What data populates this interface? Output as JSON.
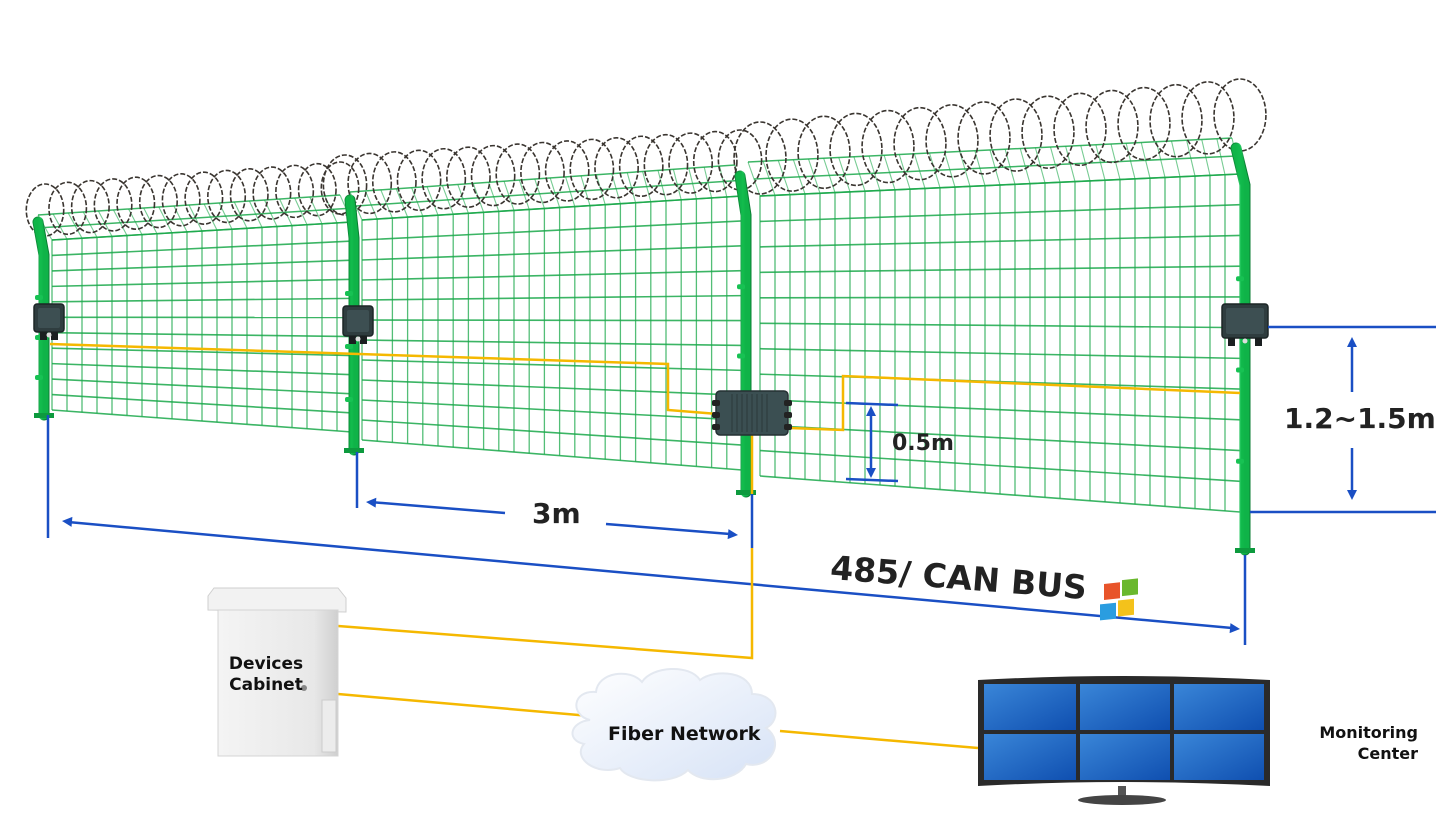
{
  "diagram": {
    "title": "Fence intrusion detection system layout",
    "labels": {
      "span_post": "3m",
      "cable_offset": "0.5m",
      "sensor_height": "1.2~1.5m",
      "bus": "485/ CAN BUS",
      "cabinet_line1": "Devices",
      "cabinet_line2": "Cabinet",
      "network": "Fiber Network",
      "monitor_line1": "Monitoring",
      "monitor_line2": "Center"
    },
    "components": [
      {
        "id": "sensor-1",
        "type": "fence-sensor",
        "label": ""
      },
      {
        "id": "sensor-2",
        "type": "fence-sensor",
        "label": ""
      },
      {
        "id": "junction-box",
        "type": "junction-box",
        "label": ""
      },
      {
        "id": "sensor-3",
        "type": "fence-sensor",
        "label": ""
      },
      {
        "id": "devices-cabinet",
        "type": "cabinet",
        "label": "Devices Cabinet"
      },
      {
        "id": "fiber-network",
        "type": "cloud",
        "label": "Fiber Network"
      },
      {
        "id": "monitoring-center",
        "type": "video-wall",
        "label": "Monitoring Center"
      }
    ],
    "colors": {
      "fence": "#1aa84a",
      "post": "#10b94a",
      "cable": "#f5b800",
      "dimension": "#1a4fc4",
      "razor_wire": "#3a3530",
      "sensor": "#2f3d3f",
      "text": "#222222"
    }
  }
}
